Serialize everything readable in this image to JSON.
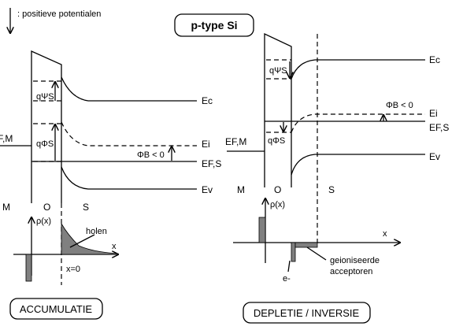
{
  "title": "p-type Si",
  "legend": {
    "text": ": positieve potentialen"
  },
  "left_panel": {
    "caption": "ACCUMULATIE",
    "bands": {
      "ec": "Ec",
      "ei": "Ei",
      "efs": "EF,S",
      "ev": "Ev",
      "efm": "F,M"
    },
    "q_psi_s": "qΨS",
    "q_phi_s": "qΦS",
    "phi_b": "ΦB < 0",
    "regions": {
      "m": "M",
      "o": "O",
      "s": "S"
    },
    "rho_label": "ρ(x)",
    "x_label": "x",
    "holes_label": "holen",
    "x0_label": "x=0"
  },
  "right_panel": {
    "caption": "DEPLETIE / INVERSIE",
    "bands": {
      "ec": "Ec",
      "ei": "Ei",
      "efs": "EF,S",
      "ev": "Ev",
      "efm": "EF,M"
    },
    "q_psi_s": "qΨS",
    "q_phi_s": "qΦS",
    "phi_b": "ΦB < 0",
    "regions": {
      "m": "M",
      "o": "O",
      "s": "S"
    },
    "rho_label": "ρ(x)",
    "x_label": "x",
    "acceptor_label_1": "geioniseerde",
    "acceptor_label_2": "acceptoren",
    "electron_label": "e-"
  }
}
